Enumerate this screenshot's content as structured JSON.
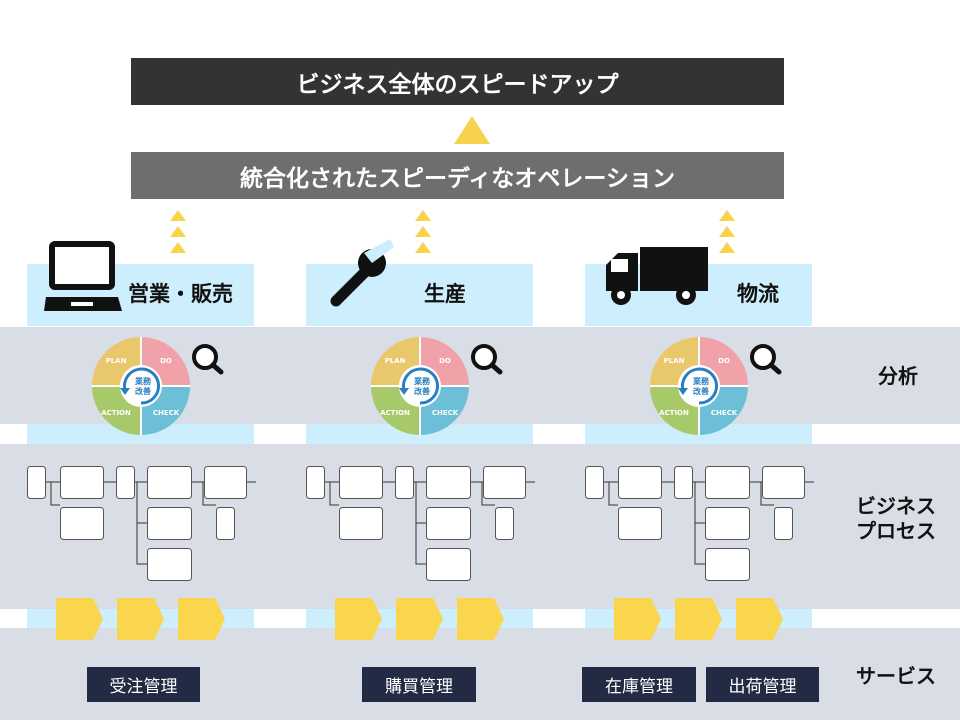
{
  "top_goal": "ビジネス全体のスピードアップ",
  "integration": "統合化されたスピーディなオペレーション",
  "columns": [
    {
      "name": "営業・販売",
      "icon": "laptop-icon",
      "services": [
        "受注管理"
      ]
    },
    {
      "name": "生産",
      "icon": "wrench-icon",
      "services": [
        "購買管理"
      ]
    },
    {
      "name": "物流",
      "icon": "truck-icon",
      "services": [
        "在庫管理",
        "出荷管理"
      ]
    }
  ],
  "pdca": {
    "plan": "PLAN",
    "do": "DO",
    "action": "ACTION",
    "check": "CHECK",
    "center_line1": "業務",
    "center_line2": "改善"
  },
  "rows": {
    "analysis": "分析",
    "process_line1": "ビジネス",
    "process_line2": "プロセス",
    "service": "サービス"
  },
  "colors": {
    "dark_bar": "#333333",
    "mid_bar": "#6e6e6e",
    "band": "#d9dde6",
    "column_bg": "#cdeefd",
    "arrow": "#f7d34d",
    "pdca_plan": "#e9c76b",
    "pdca_do": "#f0a2a8",
    "pdca_action": "#a7c96a",
    "pdca_check": "#6cbfd6",
    "service_box": "#232a44"
  }
}
